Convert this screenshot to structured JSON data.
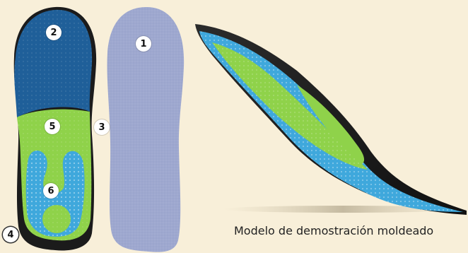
{
  "badges": {
    "one": "1",
    "two": "2",
    "three": "3",
    "four": "4",
    "five": "5",
    "six": "6"
  },
  "caption": "Modelo de demostración moldeado",
  "colors": {
    "background": "#f8efd9",
    "heel_blue_dark": "#1f5f99",
    "arch_green": "#8fd24a",
    "gel_blue": "#3fa8dc",
    "shell_black": "#1b1b1b",
    "top_cover_gray": "#9ea8cf"
  }
}
